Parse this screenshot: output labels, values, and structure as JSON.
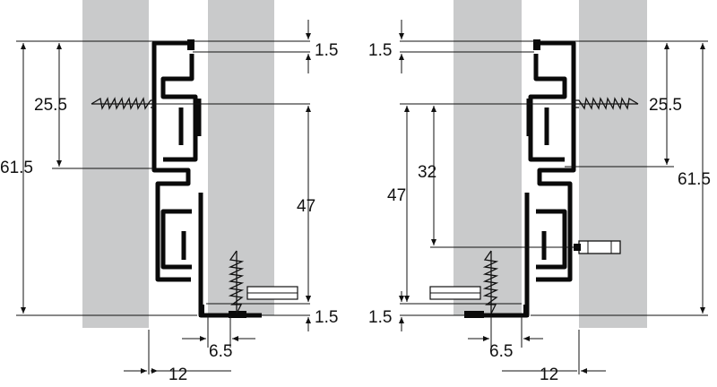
{
  "left_view": {
    "dims": {
      "top_gap": "1.5",
      "screw_offset": "25.5",
      "overall_height": "61.5",
      "drawer_height": "47",
      "bottom_gap": "1.5",
      "bottom_offset": "6.5",
      "side_clearance": "12"
    }
  },
  "right_view": {
    "dims": {
      "top_gap": "1.5",
      "screw_offset": "25.5",
      "overall_height": "61.5",
      "drawer_height": "47",
      "screw_pitch": "32",
      "bottom_gap": "1.5",
      "bottom_offset": "6.5",
      "side_clearance": "12"
    }
  },
  "colors": {
    "panel": "#c9cacb",
    "profile": "#0a0a0a",
    "line": "#111111"
  }
}
